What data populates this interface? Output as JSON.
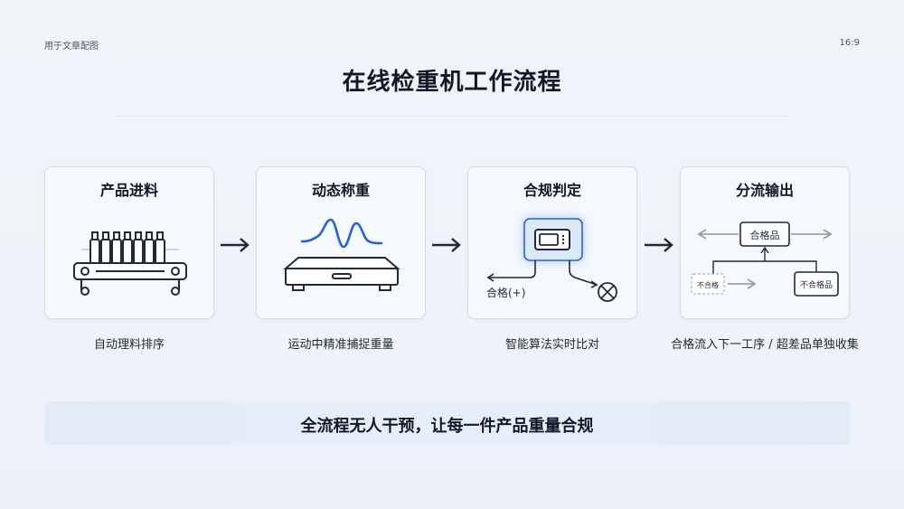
{
  "header": {
    "left_label": "用于文章配图",
    "ratio": "16:9",
    "title": "在线检重机工作流程"
  },
  "steps": [
    {
      "title": "产品进料",
      "caption": "自动理料排序",
      "icon": "conveyor-bottles-icon"
    },
    {
      "title": "动态称重",
      "caption": "运动中精准捕捉重量",
      "icon": "weighing-platform-wave-icon"
    },
    {
      "title": "合规判定",
      "caption": "智能算法实时比对",
      "labels": {
        "pass": "合格(+)"
      },
      "icon": "controller-screen-icon"
    },
    {
      "title": "分流输出",
      "caption": "合格流入下一工序 / 超差品单独收集",
      "labels": {
        "pass": "合格品",
        "fail_left": "不合格",
        "fail_right": "不合格品"
      },
      "icon": "sorting-flow-icon"
    }
  ],
  "banner": {
    "text": "全流程无人干预，让每一件产品重量合规"
  },
  "colors": {
    "accent_blue": "#2a63d0",
    "highlight_bg": "#dce9fb",
    "line_dark": "#1f2937",
    "gray_arrow": "#8b93a0"
  }
}
